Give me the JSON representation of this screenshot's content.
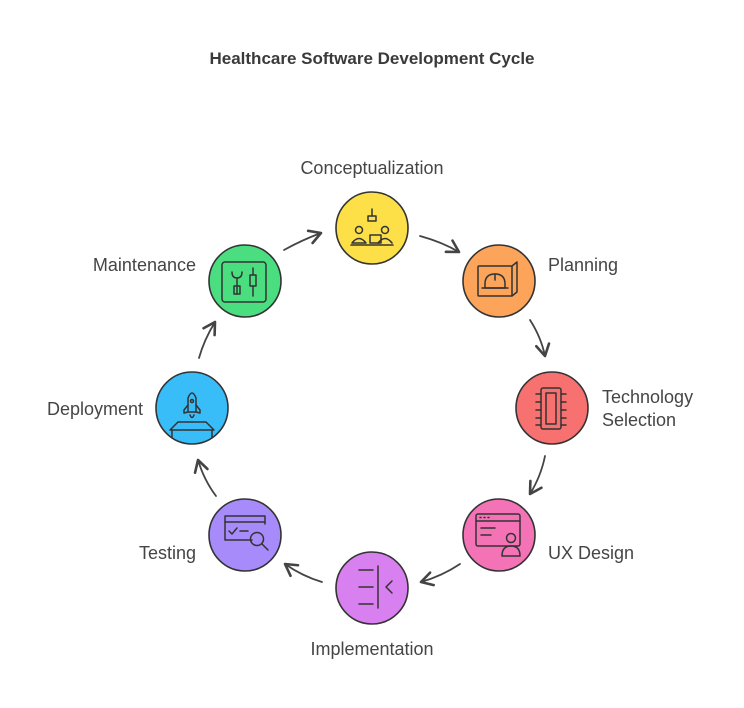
{
  "title": "Healthcare Software Development Cycle",
  "stages": [
    {
      "name": "Conceptualization",
      "color": "#fde047",
      "icon": "team-meeting-icon"
    },
    {
      "name": "Planning",
      "color": "#fba45a",
      "icon": "blueprint-hardhat-icon"
    },
    {
      "name": "Technology Selection",
      "lines": [
        "Technology",
        "Selection"
      ],
      "color": "#f87171",
      "icon": "microchip-icon"
    },
    {
      "name": "UX Design",
      "color": "#f472b6",
      "icon": "user-interface-icon"
    },
    {
      "name": "Implementation",
      "color": "#d980f0",
      "icon": "split-panel-icon"
    },
    {
      "name": "Testing",
      "color": "#a78bfa",
      "icon": "search-checklist-icon"
    },
    {
      "name": "Deployment",
      "color": "#38bdf8",
      "icon": "rocket-launch-icon"
    },
    {
      "name": "Maintenance",
      "color": "#4ade80",
      "icon": "tools-icon"
    }
  ]
}
